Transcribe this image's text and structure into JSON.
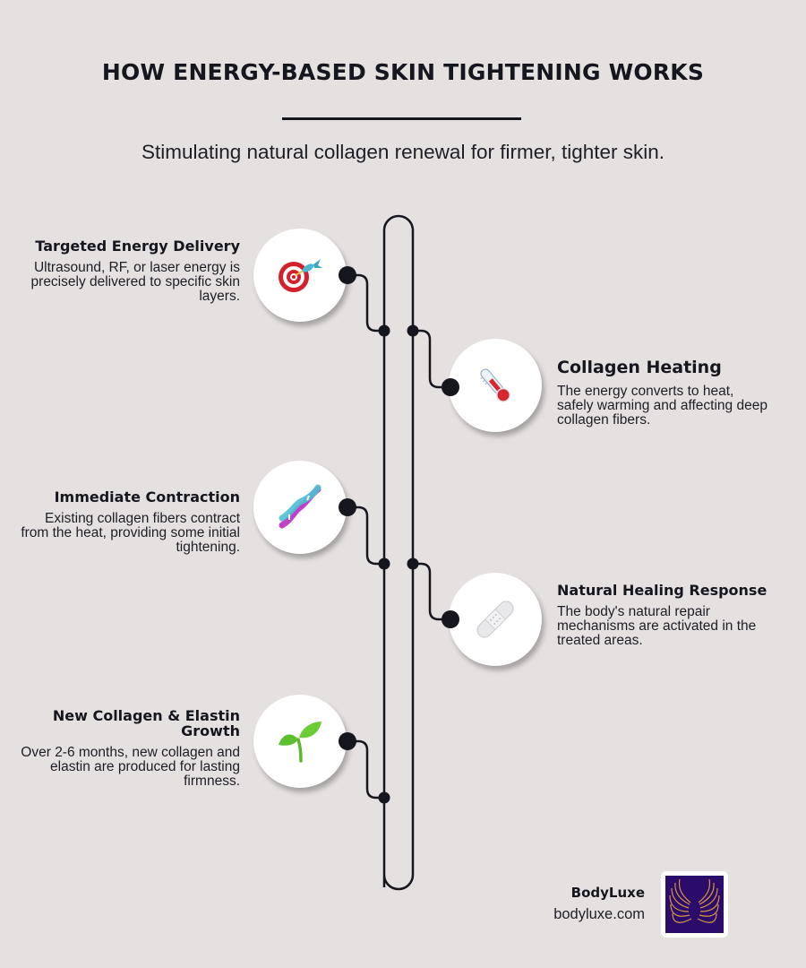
{
  "header": {
    "title": "HOW ENERGY-BASED SKIN TIGHTENING WORKS",
    "subtitle": "Stimulating natural collagen renewal for firmer, tighter skin."
  },
  "steps": [
    {
      "side": "left",
      "icon": "target-dart-icon",
      "title": "Targeted Energy Delivery",
      "description": "Ultrasound, RF, or laser energy is precisely delivered to specific skin layers."
    },
    {
      "side": "right",
      "icon": "thermometer-icon",
      "title": "Collagen Heating",
      "description": "The energy converts to heat, safely warming and affecting deep collagen fibers."
    },
    {
      "side": "left",
      "icon": "dna-icon",
      "title": "Immediate Contraction",
      "description": "Existing collagen fibers contract from the heat, providing some initial tightening."
    },
    {
      "side": "right",
      "icon": "bandage-icon",
      "title": "Natural Healing Response",
      "description": "The body's natural repair mechanisms are activated in the treated areas."
    },
    {
      "side": "left",
      "icon": "seedling-icon",
      "title": "New Collagen & Elastin Growth",
      "description": "Over 2-6 months, new collagen and elastin are produced for lasting firmness."
    }
  ],
  "footer": {
    "brand_name": "BodyLuxe",
    "brand_url": "bodyluxe.com",
    "logo_icon": "golden-wings-logo"
  },
  "colors": {
    "background": "#e5e1e0",
    "ink": "#16161e",
    "logo_bg": "#2c0c6a",
    "logo_gold": "#e6a53a"
  }
}
